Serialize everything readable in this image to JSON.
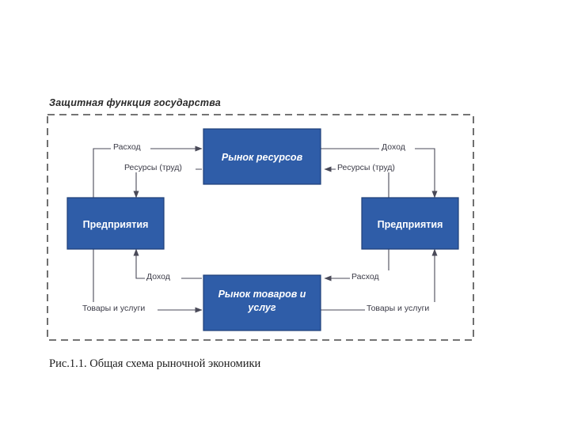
{
  "figure": {
    "boundary_title": "Защитная функция государства",
    "caption": "Рис.1.1. Общая схема рыночной экономики",
    "colors": {
      "node_fill": "#2f5da8",
      "node_stroke": "#1f3f78",
      "node_text": "#ffffff",
      "line": "#4a4a58",
      "boundary": "#222222",
      "background": "#ffffff"
    },
    "nodes": [
      {
        "id": "resource-market",
        "label": "Рынок ресурсов",
        "label_lines": [
          "Рынок ресурсов"
        ],
        "style": "bold-italic"
      },
      {
        "id": "enterprises-left",
        "label": "Предприятия",
        "label_lines": [
          "Предприятия"
        ],
        "style": "bold"
      },
      {
        "id": "enterprises-right",
        "label": "Предприятия",
        "label_lines": [
          "Предприятия"
        ],
        "style": "bold"
      },
      {
        "id": "goods-services-market",
        "label": "Рынок товаров и услуг",
        "label_lines": [
          "Рынок товаров и",
          "услуг"
        ],
        "style": "bold-italic"
      }
    ],
    "edges": [
      {
        "id": "expense-left-to-resource-market",
        "label": "Расход",
        "from": "enterprises-left",
        "to": "resource-market"
      },
      {
        "id": "resources-labor-to-enterprises-left",
        "label": "Ресурсы (труд)",
        "from": "resource-market",
        "to": "enterprises-left"
      },
      {
        "id": "income-resource-market-to-enterprises-right",
        "label": "Доход",
        "from": "resource-market",
        "to": "enterprises-right"
      },
      {
        "id": "resources-labor-right-to-resource-market",
        "label": "Ресурсы (труд)",
        "from": "enterprises-right",
        "to": "resource-market"
      },
      {
        "id": "income-goods-market-to-enterprises-left",
        "label": "Доход",
        "from": "goods-services-market",
        "to": "enterprises-left"
      },
      {
        "id": "goods-services-left-to-market",
        "label": "Товары и услуги",
        "from": "enterprises-left",
        "to": "goods-services-market"
      },
      {
        "id": "expense-right-to-goods-market",
        "label": "Расход",
        "from": "enterprises-right",
        "to": "goods-services-market"
      },
      {
        "id": "goods-services-market-to-enterprises-right",
        "label": "Товары и услуги",
        "from": "goods-services-market",
        "to": "enterprises-right"
      }
    ]
  }
}
